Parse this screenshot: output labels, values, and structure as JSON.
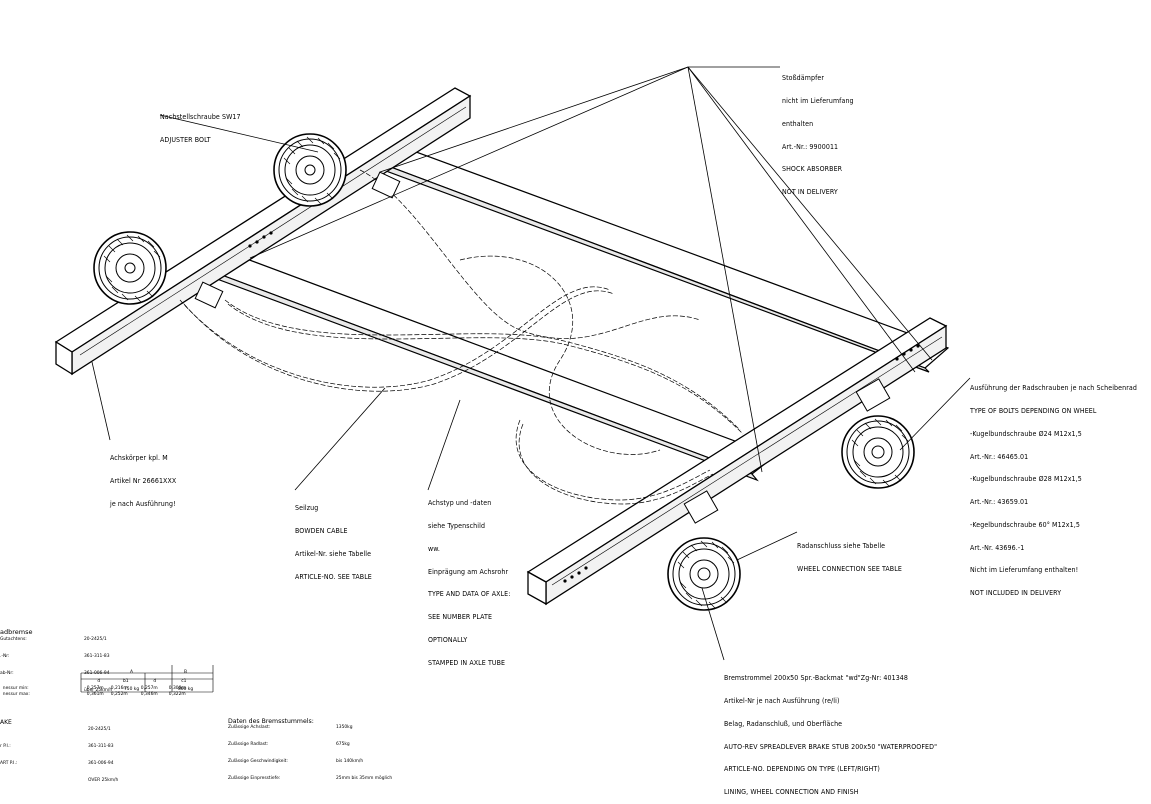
{
  "labels": {
    "shock": [
      "Stoßdämpfer",
      "nicht im Lieferumfang",
      "enthalten",
      "Art.-Nr.: 9900011",
      "SHOCK ABSORBER",
      "NOT IN DELIVERY"
    ],
    "adjuster": [
      "Nachstellschraube SW17",
      "ADJUSTER BOLT"
    ],
    "axle_body": [
      "Achskörper kpl. M",
      "Artikel Nr 26661XXX",
      "je nach Ausführung!"
    ],
    "cable": [
      "Seilzug",
      "BOWDEN CABLE",
      "Artikel-Nr. siehe Tabelle",
      "ARTICLE-NO. SEE TABLE"
    ],
    "axle_type": [
      "Achstyp und -daten",
      "siehe Typenschild",
      "ww.",
      "Einprägung am Achsrohr",
      "TYPE AND DATA OF AXLE:",
      "SEE NUMBER PLATE",
      "OPTIONALLY",
      "STAMPED IN AXLE TUBE"
    ],
    "bolts": [
      "Ausführung der Radschrauben je nach Scheibenrad",
      "TYPE OF BOLTS DEPENDING ON WHEEL",
      "-Kugelbundschraube Ø24 M12x1,5",
      "Art.-Nr.: 46465.01",
      "-Kugelbundschraube Ø28 M12x1,5",
      "Art.-Nr.: 43659.01",
      "-Kegelbundschraube 60° M12x1,5",
      "Art.-Nr. 43696.-1",
      "Nicht im Lieferumfang enthalten!",
      "NOT INCLUDED IN DELIVERY"
    ],
    "wheel_conn": [
      "Radanschluss siehe Tabelle",
      "WHEEL CONNECTION SEE TABLE"
    ],
    "brake": [
      "Bremstrommel 200x50 Spr.-Backmat \"wd\"Zg-Nr: 401348",
      "Artikel-Nr je nach Ausführung (re/li)",
      "Belag, Radanschluß, und Oberfläche",
      "AUTO-REV SPREADLEVER BRAKE STUB 200x50 \"WATERPROOFED\"",
      "ARTICLE-NO. DEPENDING ON TYPE (LEFT/RIGHT)",
      "LINING, WHEEL CONNECTION AND FINISH"
    ]
  },
  "table_left": {
    "rows": [
      {
        "left": "adbremse",
        "right": ""
      },
      {
        "left": "Gutachtens:",
        "right": "20-2425/1"
      },
      {
        "left": ".-Nr:",
        "right": "361-311-83"
      },
      {
        "left": "ab-Nr:",
        "right": "361-006-94"
      },
      {
        "left": "",
        "right": "über 25km/h"
      }
    ],
    "col_a": "A",
    "col_a_sub": "750 kg",
    "col_b": "B",
    "col_b_sub": "860 kg",
    "subheaders": [
      "d",
      "b1",
      "d",
      "c1"
    ],
    "row_min": {
      "label": "nessur min:",
      "values": [
        "0,257m",
        "0,216m",
        "0,257m",
        "0,300m"
      ]
    },
    "row_max": {
      "label": "nessur max:",
      "values": [
        "0,361m",
        "0,252m",
        "0,346m",
        "0,322m"
      ]
    },
    "section2": "AKE",
    "rows2": [
      {
        "left": "",
        "right": "20-2425/1"
      },
      {
        "left": "r P.I.:",
        "right": "361-311-83"
      },
      {
        "left": "ART P.I.:",
        "right": "361-006-94"
      },
      {
        "left": "",
        "right": "OVER 25km/h"
      }
    ]
  },
  "table_right": {
    "title": "Daten des Bremsstummels:",
    "rows": [
      {
        "k": "Zulässige Achslast:",
        "v": "1350kg"
      },
      {
        "k": "Zulässige Radlast:",
        "v": "675kg"
      },
      {
        "k": "Zulässige Geschwindigkeit:",
        "v": "bis 140km/h"
      },
      {
        "k": "Zulässige Einpresstiefe:",
        "v": "25mm bis 35mm möglich"
      }
    ]
  }
}
